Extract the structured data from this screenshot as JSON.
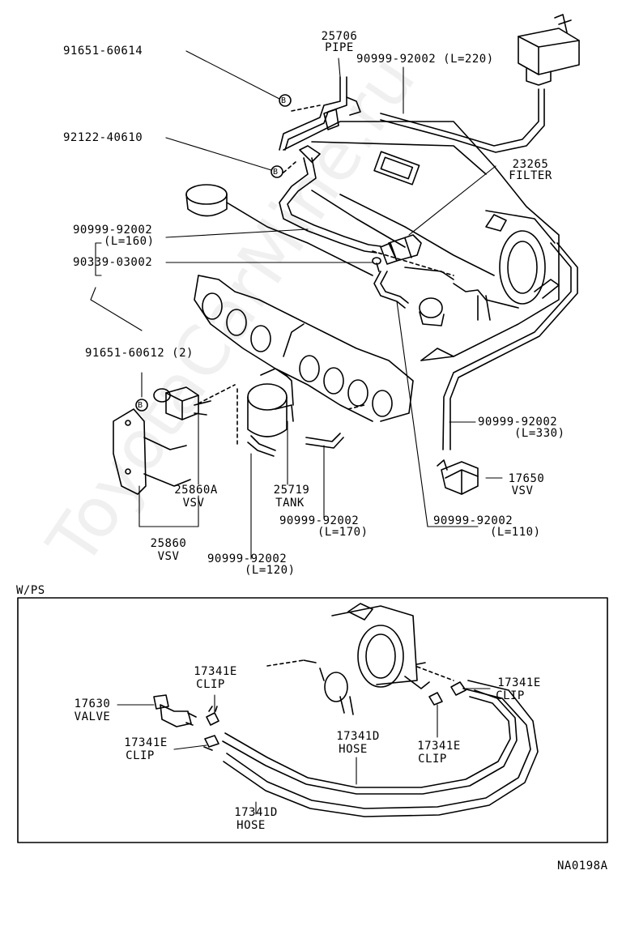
{
  "watermark": "ToyotaCarMine.ru",
  "section_label": "W/PS",
  "figure_code": "NA0198A",
  "labels": {
    "p91651_60614": "91651-60614",
    "p25706": "25706",
    "pipe": "PIPE",
    "p90999_220": "90999-92002 (L=220)",
    "p92122_40610": "92122-40610",
    "p23265": "23265",
    "filter": "FILTER",
    "p90999_160a": "90999-92002",
    "p90999_160b": "(L=160)",
    "p90339_03002": "90339-03002",
    "p91651_60612": "91651-60612 (2)",
    "p90999_330a": "90999-92002",
    "p90999_330b": "(L=330)",
    "p17650": "17650",
    "vsv_17650": "VSV",
    "p25860a": "25860A",
    "vsv_25860a": "VSV",
    "p25719": "25719",
    "tank": "TANK",
    "p90999_170a": "90999-92002",
    "p90999_170b": "(L=170)",
    "p90999_110a": "90999-92002",
    "p90999_110b": "(L=110)",
    "p25860": "25860",
    "vsv_25860": "VSV",
    "p90999_120a": "90999-92002",
    "p90999_120b": "(L=120)",
    "p17341e_clip1": "17341E",
    "clip1": "CLIP",
    "p17630": "17630",
    "valve": "VALVE",
    "p17341e_clip2": "17341E",
    "clip2": "CLIP",
    "p17341d_hose1": "17341D",
    "hose1": "HOSE",
    "p17341e_clip3": "17341E",
    "clip3": "CLIP",
    "p17341e_clip4": "17341E",
    "clip4": "CLIP",
    "p17341d_hose2": "17341D",
    "hose2": "HOSE",
    "ref_b1": "B",
    "ref_b2": "B",
    "ref_b3": "B"
  }
}
